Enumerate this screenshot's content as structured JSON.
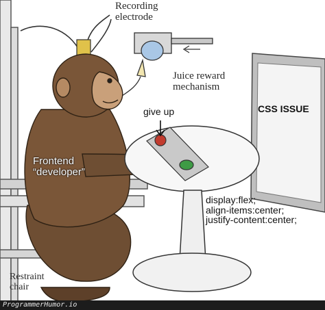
{
  "labels": {
    "recording_electrode": "Recording\nelectrode",
    "juice_reward": "Juice reward\nmechanism",
    "give_up": "give up",
    "css_issue": "CSS ISSUE",
    "frontend_developer": "Frontend\n“developer”",
    "css_code": "display:flex;\nalign-items:center;\njustify-content:center;",
    "restraint_chair": "Restraint\nchair"
  },
  "footer": {
    "watermark": "ProgrammerHumor.io"
  },
  "colors": {
    "red_button": "#c23b2e",
    "green_button": "#3e9b45",
    "monkey_fur": "#6e4e33",
    "sketch_line": "#3a3a3a"
  }
}
